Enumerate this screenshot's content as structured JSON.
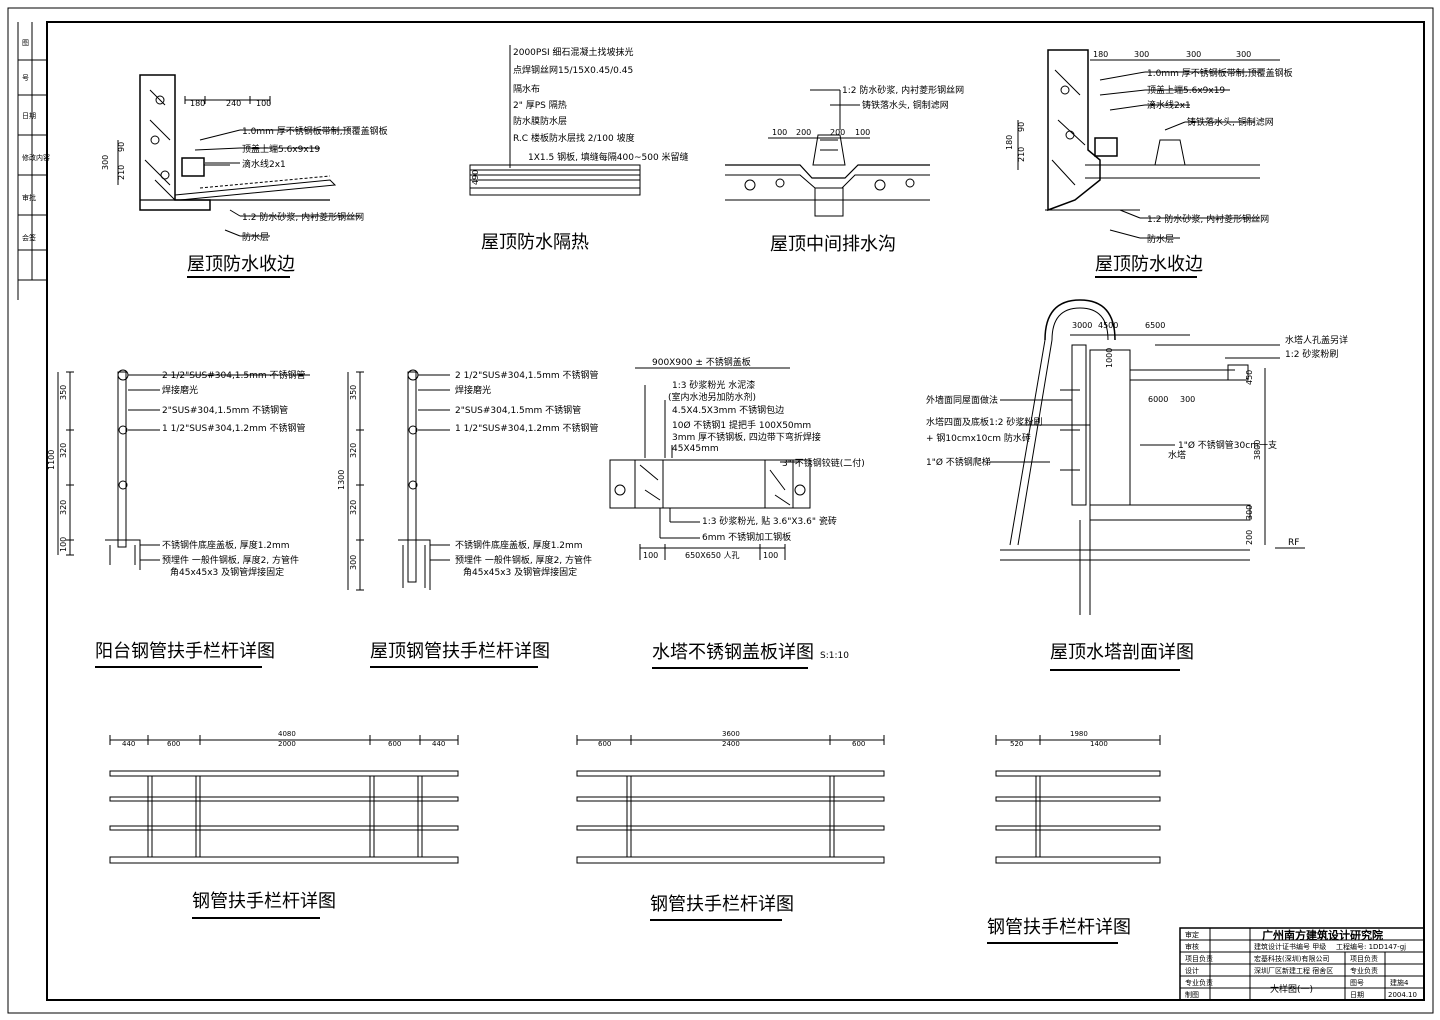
{
  "titles": {
    "roof_edge_1": "屋顶防水收边",
    "roof_insulation": "屋顶防水隔热",
    "roof_gutter": "屋顶中间排水沟",
    "roof_edge_2": "屋顶防水收边",
    "balcony_rail": "阳台钢管扶手栏杆详图",
    "roof_rail": "屋顶钢管扶手栏杆详图",
    "tank_cover": "水塔不锈钢盖板详图",
    "tank_scale": "S:1:10",
    "tank_section": "屋顶水塔剖面详图",
    "rail_elev_1": "钢管扶手栏杆详图",
    "rail_elev_2": "钢管扶手栏杆详图",
    "rail_elev_3": "钢管扶手栏杆详图"
  },
  "edge1": {
    "dims": [
      "180",
      "240",
      "100",
      "300",
      "90",
      "210"
    ],
    "notes": [
      "1.0mm 厚不锈钢板带制,顶覆盖钢板",
      "顶盖上端5.6x9x19",
      "滴水线2x1",
      "1:2 防水砂浆, 内衬菱形钢丝网",
      "防水层"
    ]
  },
  "insulation": {
    "notes": [
      "2000PSI 细石混凝土找坡抹光",
      "点焊钢丝网15/15X0.45/0.45",
      "隔水布",
      "2\" 厚PS 隔热",
      "防水膜防水层",
      "R.C 楼板防水层找 2/100 坡度",
      "1X1.5 钢板, 填缝每隔400~500 米留缝"
    ],
    "dim": "490"
  },
  "gutter": {
    "notes": [
      "1:2 防水砂浆, 内衬菱形钢丝网",
      "铸铁落水头, 铜制滤网"
    ],
    "dims": [
      "100",
      "200",
      "200",
      "100"
    ]
  },
  "edge2": {
    "dims": [
      "180",
      "300",
      "300",
      "300",
      "90",
      "210"
    ],
    "notes": [
      "1.0mm 厚不锈钢板带制,顶覆盖钢板",
      "顶盖上端5.6x9x19",
      "滴水线2x1",
      "铸铁落水头, 铜制滤网",
      "1:2 防水砂浆, 内衬菱形钢丝网",
      "防水层"
    ]
  },
  "balcony": {
    "notes": [
      "2 1/2\"SUS#304,1.5mm 不锈钢管",
      "焊接磨光",
      "2\"SUS#304,1.5mm 不锈钢管",
      "1 1/2\"SUS#304,1.2mm 不锈钢管",
      "不锈钢件底座盖板, 厚度1.2mm",
      "预埋件 一般件钢板, 厚度2, 方管件",
      "角45x45x3 及钢管焊接固定"
    ],
    "dims": [
      "350",
      "320",
      "320",
      "100",
      "1100"
    ]
  },
  "roofrail": {
    "notes": [
      "2 1/2\"SUS#304,1.5mm 不锈钢管",
      "焊接磨光",
      "2\"SUS#304,1.5mm 不锈钢管",
      "1 1/2\"SUS#304,1.2mm 不锈钢管",
      "不锈钢件底座盖板, 厚度1.2mm",
      "预埋件 一般件钢板, 厚度2, 方管件",
      "角45x45x3 及钢管焊接固定"
    ],
    "dims": [
      "350",
      "320",
      "320",
      "300",
      "1300"
    ]
  },
  "cover": {
    "notes": [
      "900X900 ± 不锈钢盖板",
      "1:3 砂浆粉光 水泥漆",
      "(室内水池另加防水剂)",
      "4.5X4.5X3mm 不锈钢包边",
      "10Ø 不锈钢1 提把手 100X50mm",
      "3mm 厚不锈钢板, 四边带下弯折焊接",
      "45X45mm",
      "3\" 不锈钢铰链(二付)",
      "1:3 砂浆粉光, 贴 3.6\"X3.6\" 瓷砖",
      "6mm 不锈钢加工钢板"
    ],
    "dims": [
      "100",
      "650X650 人孔",
      "100"
    ]
  },
  "tank": {
    "notes": [
      "水塔人孔盖另详",
      "1:2 砂浆粉刷",
      "外墙面同屋面做法",
      "水塔四面及底板1:2 砂浆粉刷",
      "+ 钢10cmx10cm 防水砖",
      "1\"Ø 不锈钢爬梯",
      "1\"Ø 不锈钢管30cm一支",
      "水塔",
      "RF"
    ],
    "dims": [
      "3000",
      "4500",
      "6500",
      "1000",
      "6000",
      "300",
      "3800",
      "200",
      "300",
      "450"
    ]
  },
  "elev1": {
    "total": "4080",
    "segs": [
      "440",
      "600",
      "2000",
      "600",
      "440"
    ]
  },
  "elev2": {
    "total": "3600",
    "segs": [
      "600",
      "2400",
      "600"
    ]
  },
  "elev3": {
    "total": "1980",
    "segs": [
      "520",
      "1400"
    ]
  },
  "title_block": {
    "org": "广州南方建筑设计研究院",
    "sub1": "建筑设计证书编号 甲级",
    "sub2": "工程编号: 1DD147-gj",
    "client1": "宏基科技(深圳)有限公司",
    "client2": "深圳厂区新建工程 宿舍区",
    "drawing": "大样图(一)",
    "sheet": "建施4",
    "date": "2004.10",
    "roles": [
      "审定",
      "审核",
      "项目负责",
      "设计",
      "专业负责",
      "制图"
    ],
    "fields": [
      "项目负责",
      "专业负责",
      "图号",
      "日期"
    ]
  },
  "left_strip": [
    "图",
    "号",
    "日期",
    "修改内容",
    "审批",
    "会签"
  ]
}
